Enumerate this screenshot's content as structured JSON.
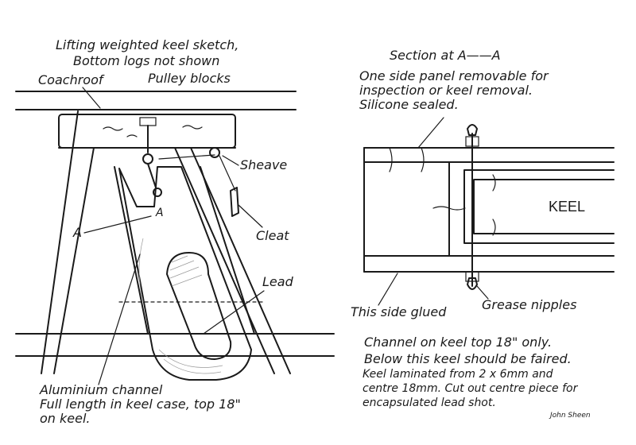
{
  "left_sketch": {
    "title_line1": "Lifting weighted keel sketch,",
    "title_line2": "Bottom logs not shown",
    "labels": {
      "coachroof": "Coachroof",
      "pulley_blocks": "Pulley blocks",
      "sheave": "Sheave",
      "cleat": "Cleat",
      "section_mark_a1": "A",
      "section_mark_a2": "A",
      "lead": "Lead",
      "aluminium_line1": "Aluminium channel",
      "aluminium_line2": "Full length in keel case, top 18\"",
      "aluminium_line3": "on keel."
    }
  },
  "right_section": {
    "title": "Section at A——A",
    "note_line1": "One side panel removable for",
    "note_line2": "inspection or keel removal.",
    "note_line3": "Silicone sealed.",
    "keel_label": "KEEL",
    "this_side_glued": "This side glued",
    "grease_nipples": "Grease nipples"
  },
  "notes": {
    "line1": "Channel on keel top 18\" only.",
    "line2": "Below this keel should be faired.",
    "line3": "Keel laminated from 2 x 6mm and",
    "line4": "centre 18mm. Cut out centre piece for",
    "line5": "encapsulated lead shot."
  },
  "signature": "John Sheen",
  "colors": {
    "ink": "#1a1a1a",
    "paper": "#ffffff",
    "pencil_shade": "#9a9a9a"
  }
}
